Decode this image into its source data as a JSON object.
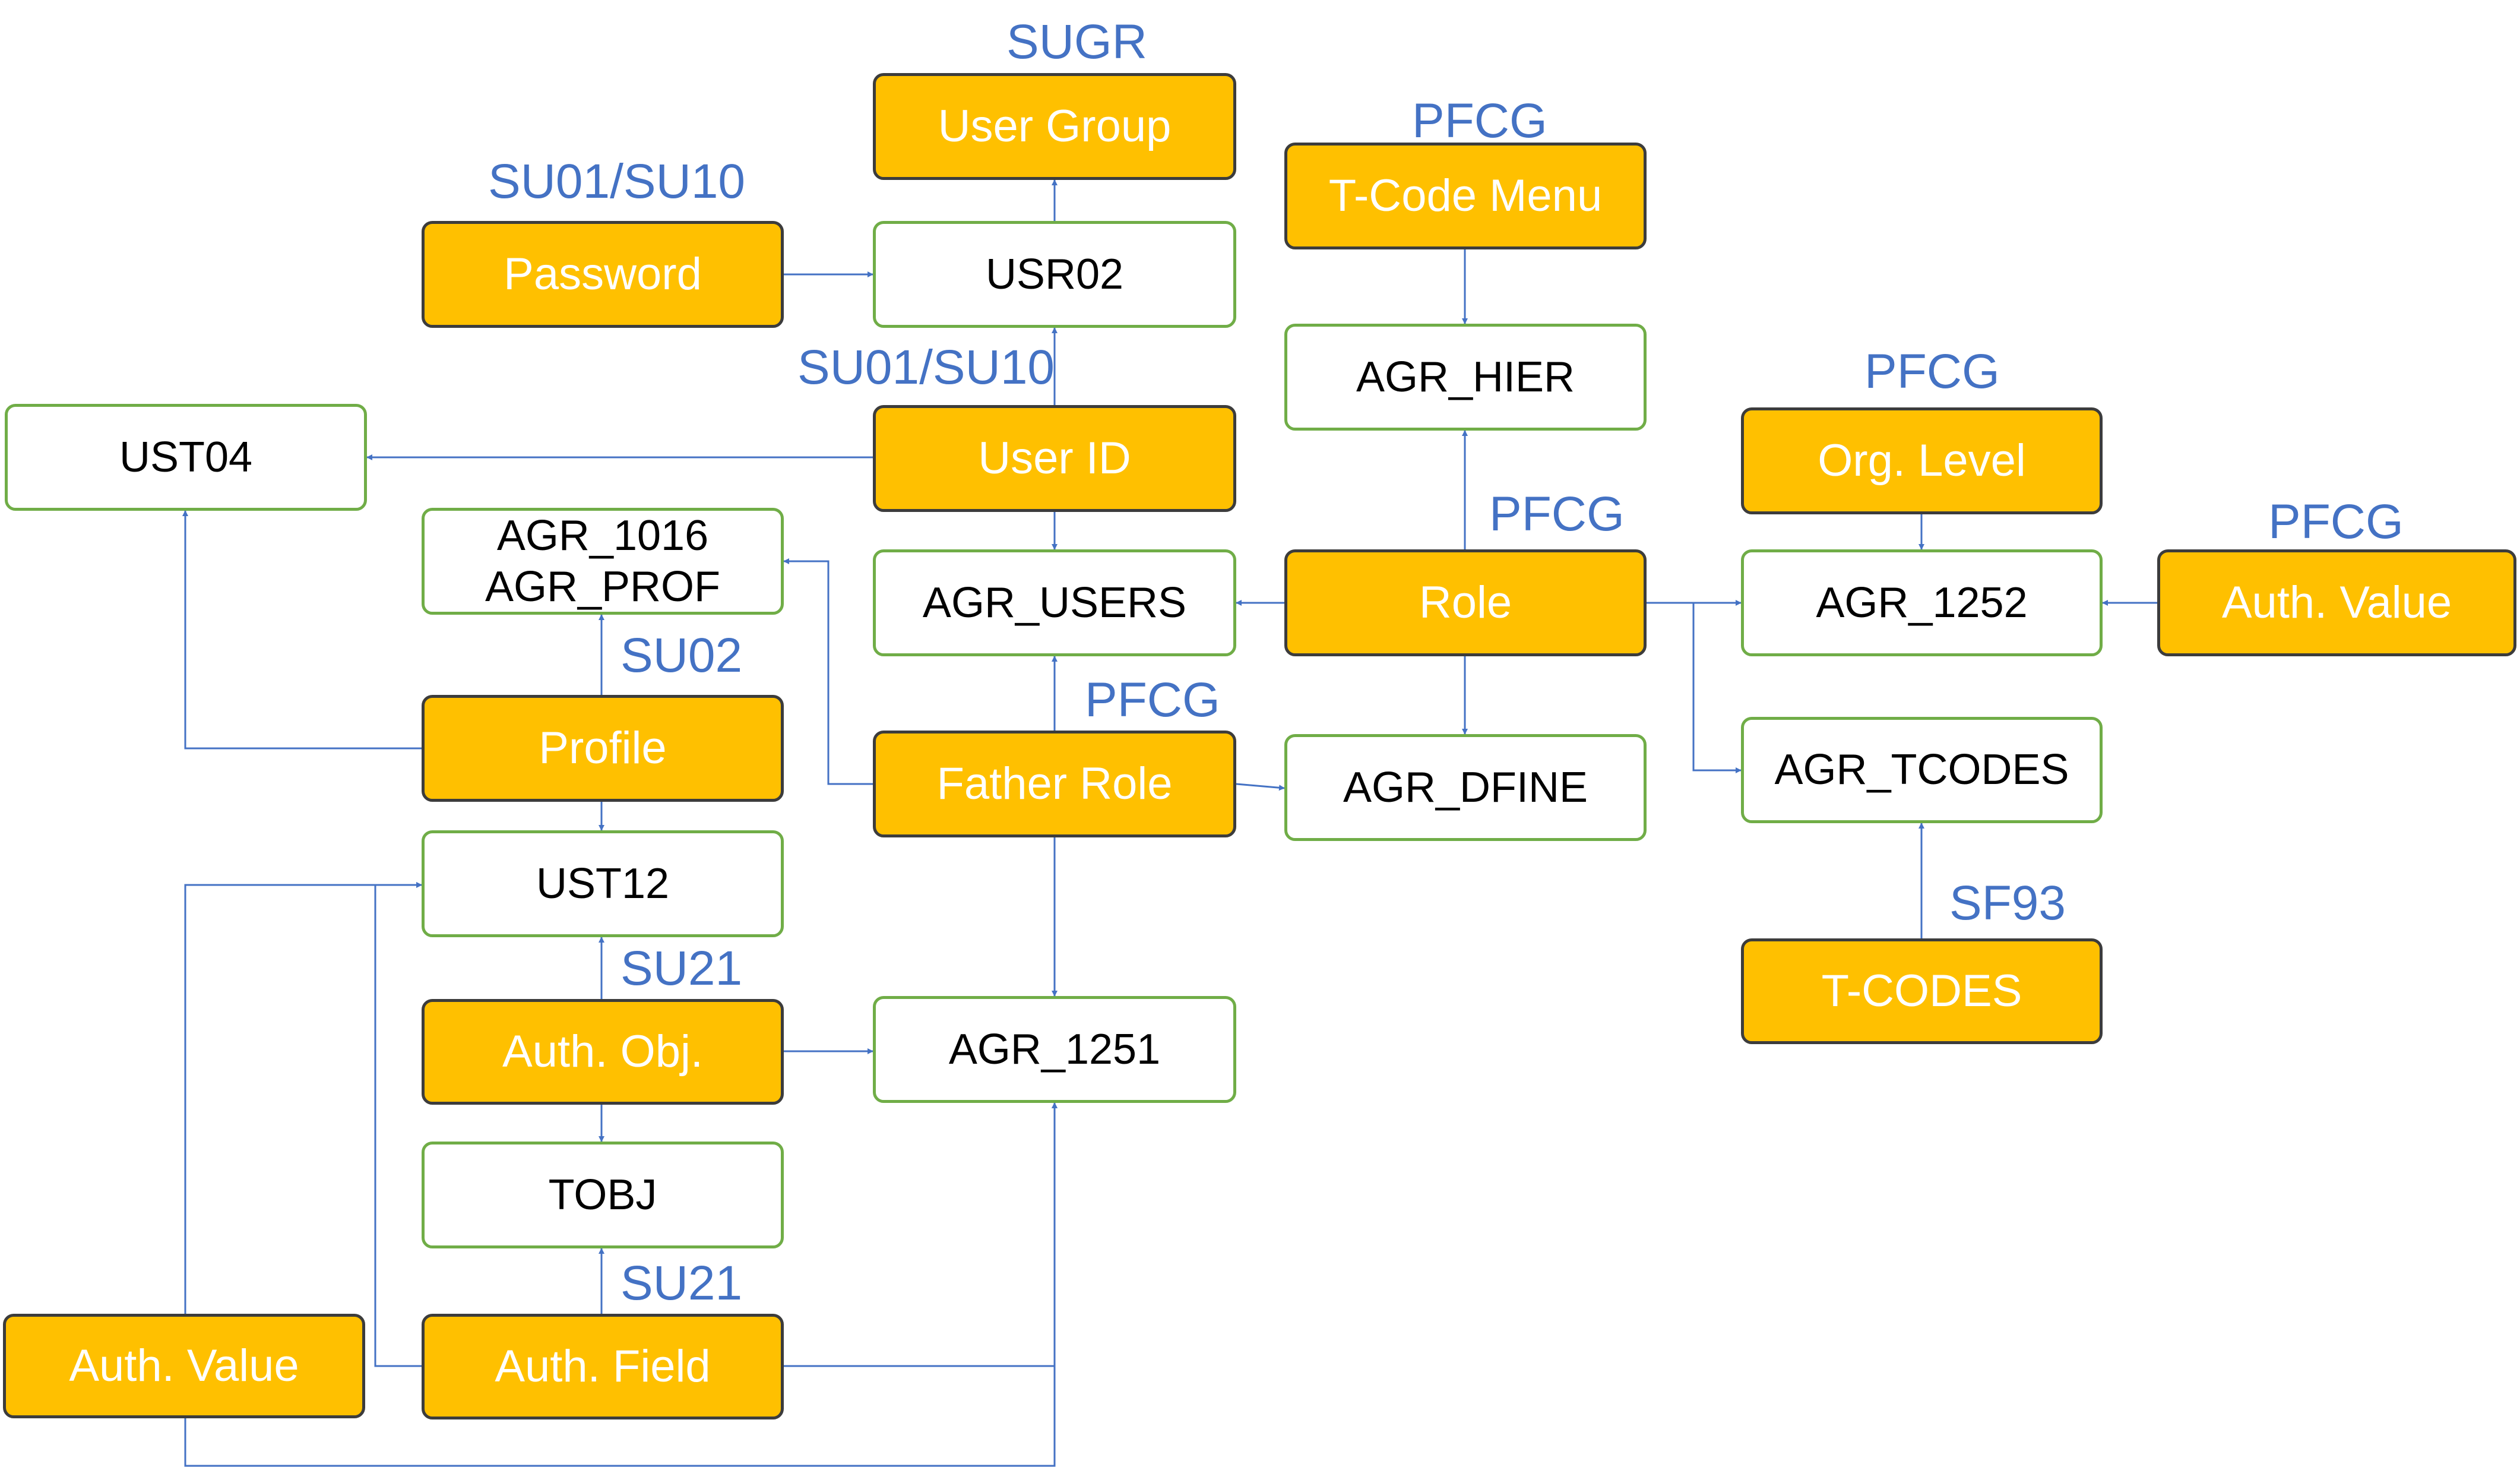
{
  "colors": {
    "entity_fill": "#ffc000",
    "entity_border": "#3c3c3c",
    "entity_text": "#ffffff",
    "table_fill": "#ffffff",
    "table_border": "#70ad47",
    "table_text": "#000000",
    "connector": "#4472c4",
    "tcode_text": "#4472c4"
  },
  "entities": {
    "user_group": "User Group",
    "password": "Password",
    "user_id": "User ID",
    "profile": "Profile",
    "father_role": "Father Role",
    "role": "Role",
    "tcode_menu": "T-Code Menu",
    "org_level": "Org. Level",
    "auth_value_right": "Auth. Value",
    "auth_obj": "Auth. Obj.",
    "auth_field": "Auth. Field",
    "auth_value_left": "Auth. Value",
    "tcodes": "T-CODES"
  },
  "tables": {
    "usr02": "USR02",
    "ust04": "UST04",
    "agr_1016": "AGR_1016",
    "agr_prof": "AGR_PROF",
    "agr_users": "AGR_USERS",
    "agr_hier": "AGR_HIER",
    "agr_1252": "AGR_1252",
    "agr_dfine": "AGR_DFINE",
    "agr_tcodes": "AGR_TCODES",
    "ust12": "UST12",
    "agr_1251": "AGR_1251",
    "tobj": "TOBJ"
  },
  "tcode_labels": {
    "sugr": "SUGR",
    "su01_password": "SU01/SU10",
    "su01_user": "SU01/SU10",
    "pfcg_menu": "PFCG",
    "pfcg_org": "PFCG",
    "pfcg_role": "PFCG",
    "pfcg_auth_value": "PFCG",
    "su02": "SU02",
    "pfcg_father": "PFCG",
    "sf93": "SF93",
    "su21_obj": "SU21",
    "su21_field": "SU21"
  }
}
